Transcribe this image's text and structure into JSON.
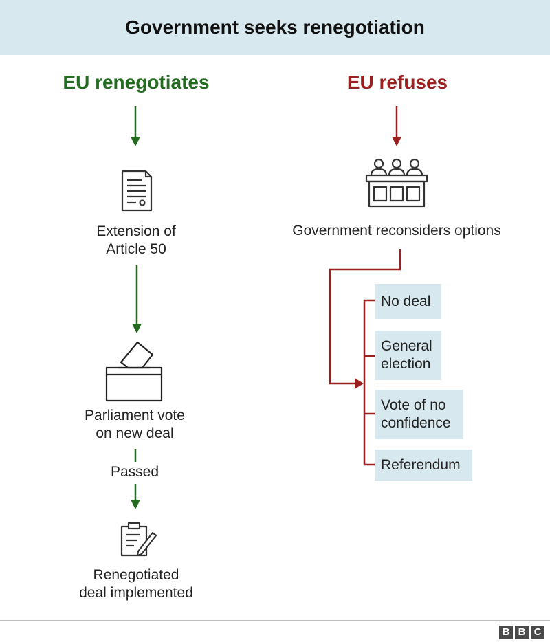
{
  "header": {
    "title": "Government seeks renegotiation"
  },
  "left": {
    "title": "EU renegotiates",
    "extension_line1": "Extension of",
    "extension_line2": "Article 50",
    "vote_line1": "Parliament vote",
    "vote_line2": "on new deal",
    "passed": "Passed",
    "implemented_line1": "Renegotiated",
    "implemented_line2": "deal implemented"
  },
  "right": {
    "title": "EU refuses",
    "reconsiders": "Government reconsiders options",
    "options": [
      {
        "line1": "No deal",
        "line2": ""
      },
      {
        "line1": "General",
        "line2": "election"
      },
      {
        "line1": "Vote of no",
        "line2": "confidence"
      },
      {
        "line1": "Referendum",
        "line2": ""
      }
    ]
  },
  "colors": {
    "green": "#236b1f",
    "red": "#9b2121",
    "box": "#d7e8ef",
    "header": "#d7e8ef"
  },
  "icons": [
    "document-icon",
    "panel-icon",
    "ballot-box-icon",
    "clipboard-pen-icon"
  ],
  "branding": {
    "logo": [
      "B",
      "B",
      "C"
    ]
  }
}
